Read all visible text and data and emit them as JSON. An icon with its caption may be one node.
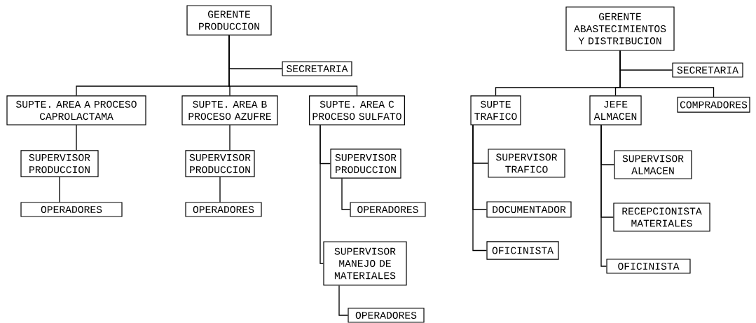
{
  "diagram": {
    "nodes": [
      {
        "text": [
          "GERENTE PRODUCCION"
        ]
      },
      {
        "text": [
          "SECRETARIA"
        ]
      },
      {
        "text": [
          "SUPTE. AREA A PROCESO CAPROLACTAMA"
        ]
      },
      {
        "text": [
          "SUPTE. AREA B PROCESO AZUFRE"
        ]
      },
      {
        "text": [
          "SUPTE. AREA C PROCESO SULFATO"
        ]
      },
      {
        "text": [
          "SUPERVISOR PRODUCCION"
        ]
      },
      {
        "text": [
          "OPERADORES"
        ]
      },
      {
        "text": [
          "SUPERVISOR PRODUCCION"
        ]
      },
      {
        "text": [
          "OPERADORES"
        ]
      },
      {
        "text": [
          "SUPERVISOR PRODUCCION"
        ]
      },
      {
        "text": [
          "OPERADORES"
        ]
      },
      {
        "text": [
          "SUPERVISOR MANEJO DE MATERIALES"
        ]
      },
      {
        "text": [
          "OPERADORES"
        ]
      },
      {
        "text": [
          "GERENTE ABASTECIMIENTOS Y DISTRIBUCION"
        ]
      },
      {
        "text": [
          "SECRETARIA"
        ]
      },
      {
        "text": [
          "SUPTE TRAFICO"
        ]
      },
      {
        "text": [
          "JEFE ALMACEN"
        ]
      },
      {
        "text": [
          "COMPRADORES"
        ]
      },
      {
        "text": [
          "SUPERVISOR TRAFICO"
        ]
      },
      {
        "text": [
          "DOCUMENTADOR"
        ]
      },
      {
        "text": [
          "OFICINISTA"
        ]
      },
      {
        "text": [
          "SUPERVISOR ALMACEN"
        ]
      },
      {
        "text": [
          "RECEPCIONISTA MATERIALES"
        ]
      },
      {
        "text": [
          "OFICINISTA"
        ]
      }
    ],
    "edges": [
      {
        "from": 0,
        "to": 1,
        "arrow": "none"
      },
      {
        "from": 0,
        "to": 2,
        "arrow": "none"
      },
      {
        "from": 0,
        "to": 3,
        "arrow": "none"
      },
      {
        "from": 0,
        "to": 4,
        "arrow": "none"
      },
      {
        "from": 2,
        "to": 5,
        "arrow": "none"
      },
      {
        "from": 5,
        "to": 6,
        "arrow": "none"
      },
      {
        "from": 3,
        "to": 7,
        "arrow": "none"
      },
      {
        "from": 7,
        "to": 8,
        "arrow": "none"
      },
      {
        "from": 4,
        "to": 9,
        "arrow": "none"
      },
      {
        "from": 9,
        "to": 10,
        "arrow": "none"
      },
      {
        "from": 4,
        "to": 11,
        "arrow": "none"
      },
      {
        "from": 11,
        "to": 12,
        "arrow": "none"
      },
      {
        "from": 13,
        "to": 14,
        "arrow": "none"
      },
      {
        "from": 13,
        "to": 15,
        "arrow": "none"
      },
      {
        "from": 13,
        "to": 16,
        "arrow": "none"
      },
      {
        "from": 13,
        "to": 17,
        "arrow": "none"
      },
      {
        "from": 15,
        "to": 18,
        "arrow": "none"
      },
      {
        "from": 15,
        "to": 19,
        "arrow": "none"
      },
      {
        "from": 15,
        "to": 20,
        "arrow": "none"
      },
      {
        "from": 16,
        "to": 21,
        "arrow": "none"
      },
      {
        "from": 16,
        "to": 22,
        "arrow": "none"
      },
      {
        "from": 16,
        "to": 23,
        "arrow": "none"
      }
    ]
  }
}
